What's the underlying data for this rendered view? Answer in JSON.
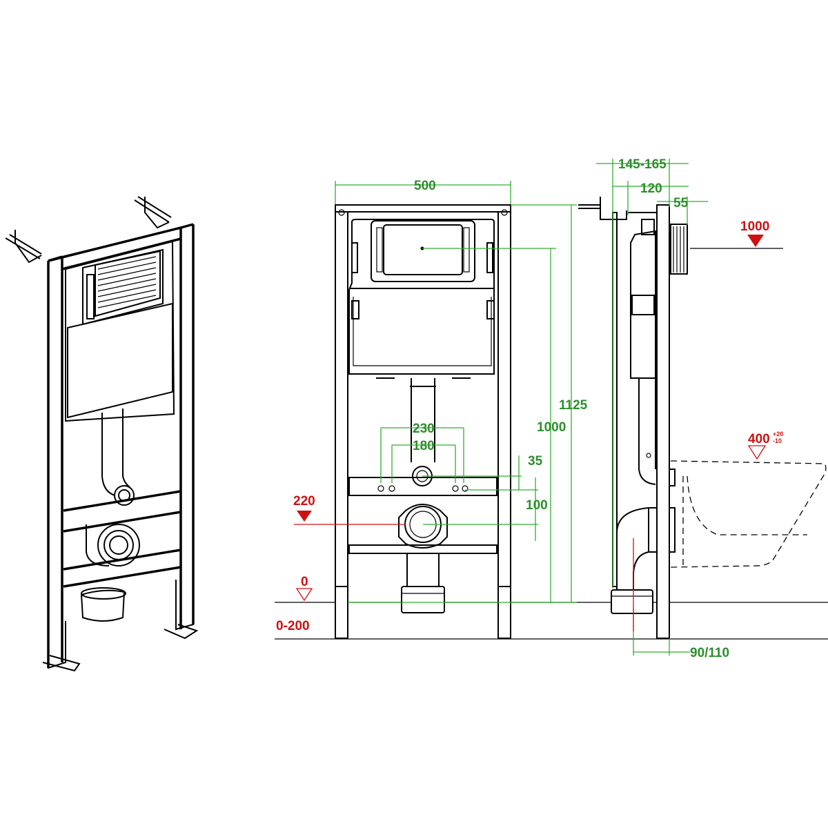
{
  "colors": {
    "dimension": "#2a8f2a",
    "level": "#d01010",
    "line": "#000000"
  },
  "front_view": {
    "width_label": "500",
    "height_1125_label": "1125",
    "height_1000_label": "1000",
    "bolt_230_label": "230",
    "bolt_180_label": "180",
    "offset_35_label": "35",
    "offset_100_label": "100",
    "drain_220_label": "220",
    "floor_0_label": "0",
    "floor_adjust_label": "0-200"
  },
  "side_view": {
    "depth_145_165_label": "145-165",
    "depth_120_label": "120",
    "depth_55_label": "55",
    "level_1000_label": "1000",
    "bowl_400_label": "400",
    "tolerance_plus_label": "+20",
    "tolerance_minus_label": "-10",
    "pipe_90_110_label": "90/110"
  }
}
